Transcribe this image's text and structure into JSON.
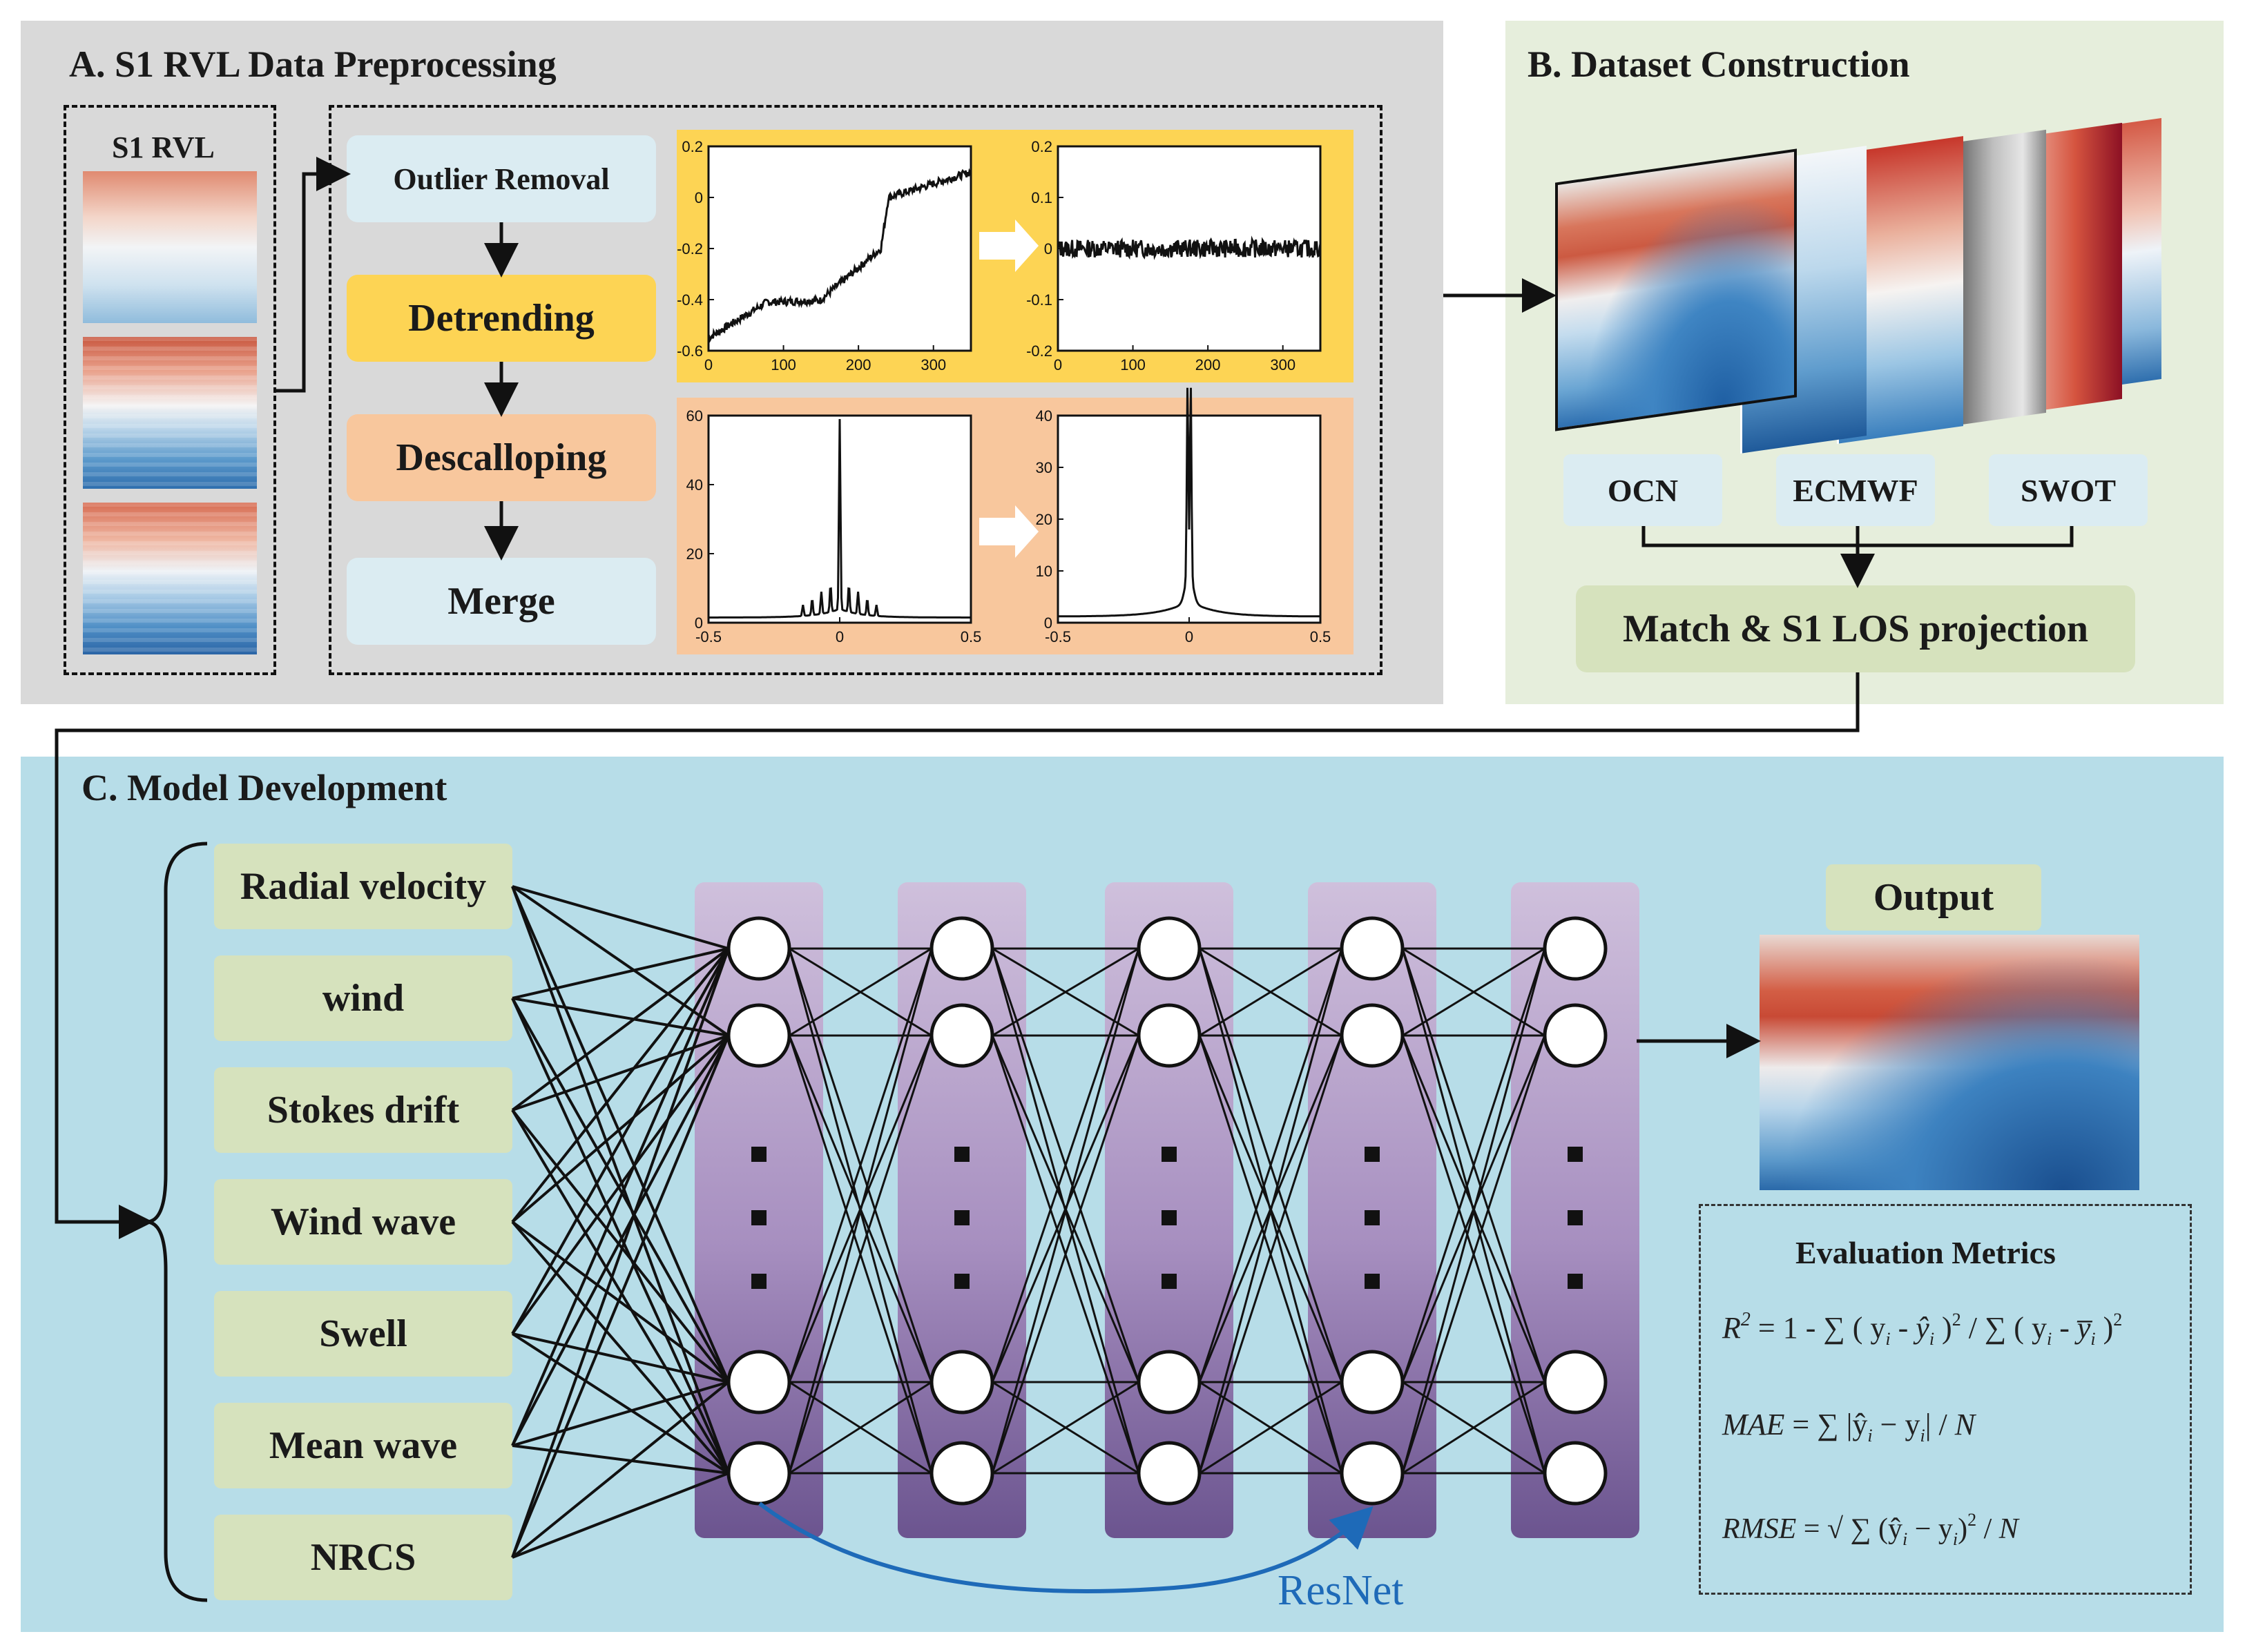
{
  "panels": {
    "a_title": "A. S1 RVL Data Preprocessing",
    "b_title": "B. Dataset Construction",
    "c_title": "C. Model Development"
  },
  "panel_a": {
    "s1_rvl_label": "S1 RVL",
    "steps": [
      "Outlier Removal",
      "Detrending",
      "Descalloping",
      "Merge"
    ],
    "plots": {
      "detrend_before": {
        "yticks": [
          "0.2",
          "0",
          "-0.2",
          "-0.4",
          "-0.6"
        ],
        "xticks": [
          "0",
          "100",
          "200",
          "300"
        ]
      },
      "detrend_after": {
        "yticks": [
          "0.2",
          "0.1",
          "0",
          "-0.1",
          "-0.2"
        ],
        "xticks": [
          "0",
          "100",
          "200",
          "300"
        ]
      },
      "descallop_before": {
        "yticks": [
          "60",
          "40",
          "20",
          "0"
        ],
        "xticks": [
          "-0.5",
          "0",
          "0.5"
        ]
      },
      "descallop_after": {
        "yticks": [
          "40",
          "30",
          "20",
          "10",
          "0"
        ],
        "xticks": [
          "-0.5",
          "0",
          "0.5"
        ]
      }
    }
  },
  "panel_b": {
    "sources": [
      "OCN",
      "ECMWF",
      "SWOT"
    ],
    "match_label": "Match & S1 LOS projection"
  },
  "panel_c": {
    "inputs": [
      "Radial velocity",
      "wind",
      "Stokes drift",
      "Wind wave",
      "Swell",
      "Mean wave",
      "NRCS"
    ],
    "output_label": "Output",
    "resnet_label": "ResNet",
    "metrics_title": "Evaluation Metrics",
    "metric_names": [
      "R",
      "MAE",
      "RMSE"
    ]
  },
  "colors": {
    "panel_a_bg": "#d9d9d9",
    "panel_b_bg": "#e6eedc",
    "panel_c_bg": "#b7dde8",
    "light_blue_box": "#dbecf2",
    "yellow_box": "#fdd454",
    "orange_box": "#f8c79d",
    "green_box": "#d6e2bd",
    "resnet_blue": "#1e6ab8"
  },
  "icons": [
    "arrow-icon",
    "right-arrow-icon",
    "brace-icon"
  ]
}
